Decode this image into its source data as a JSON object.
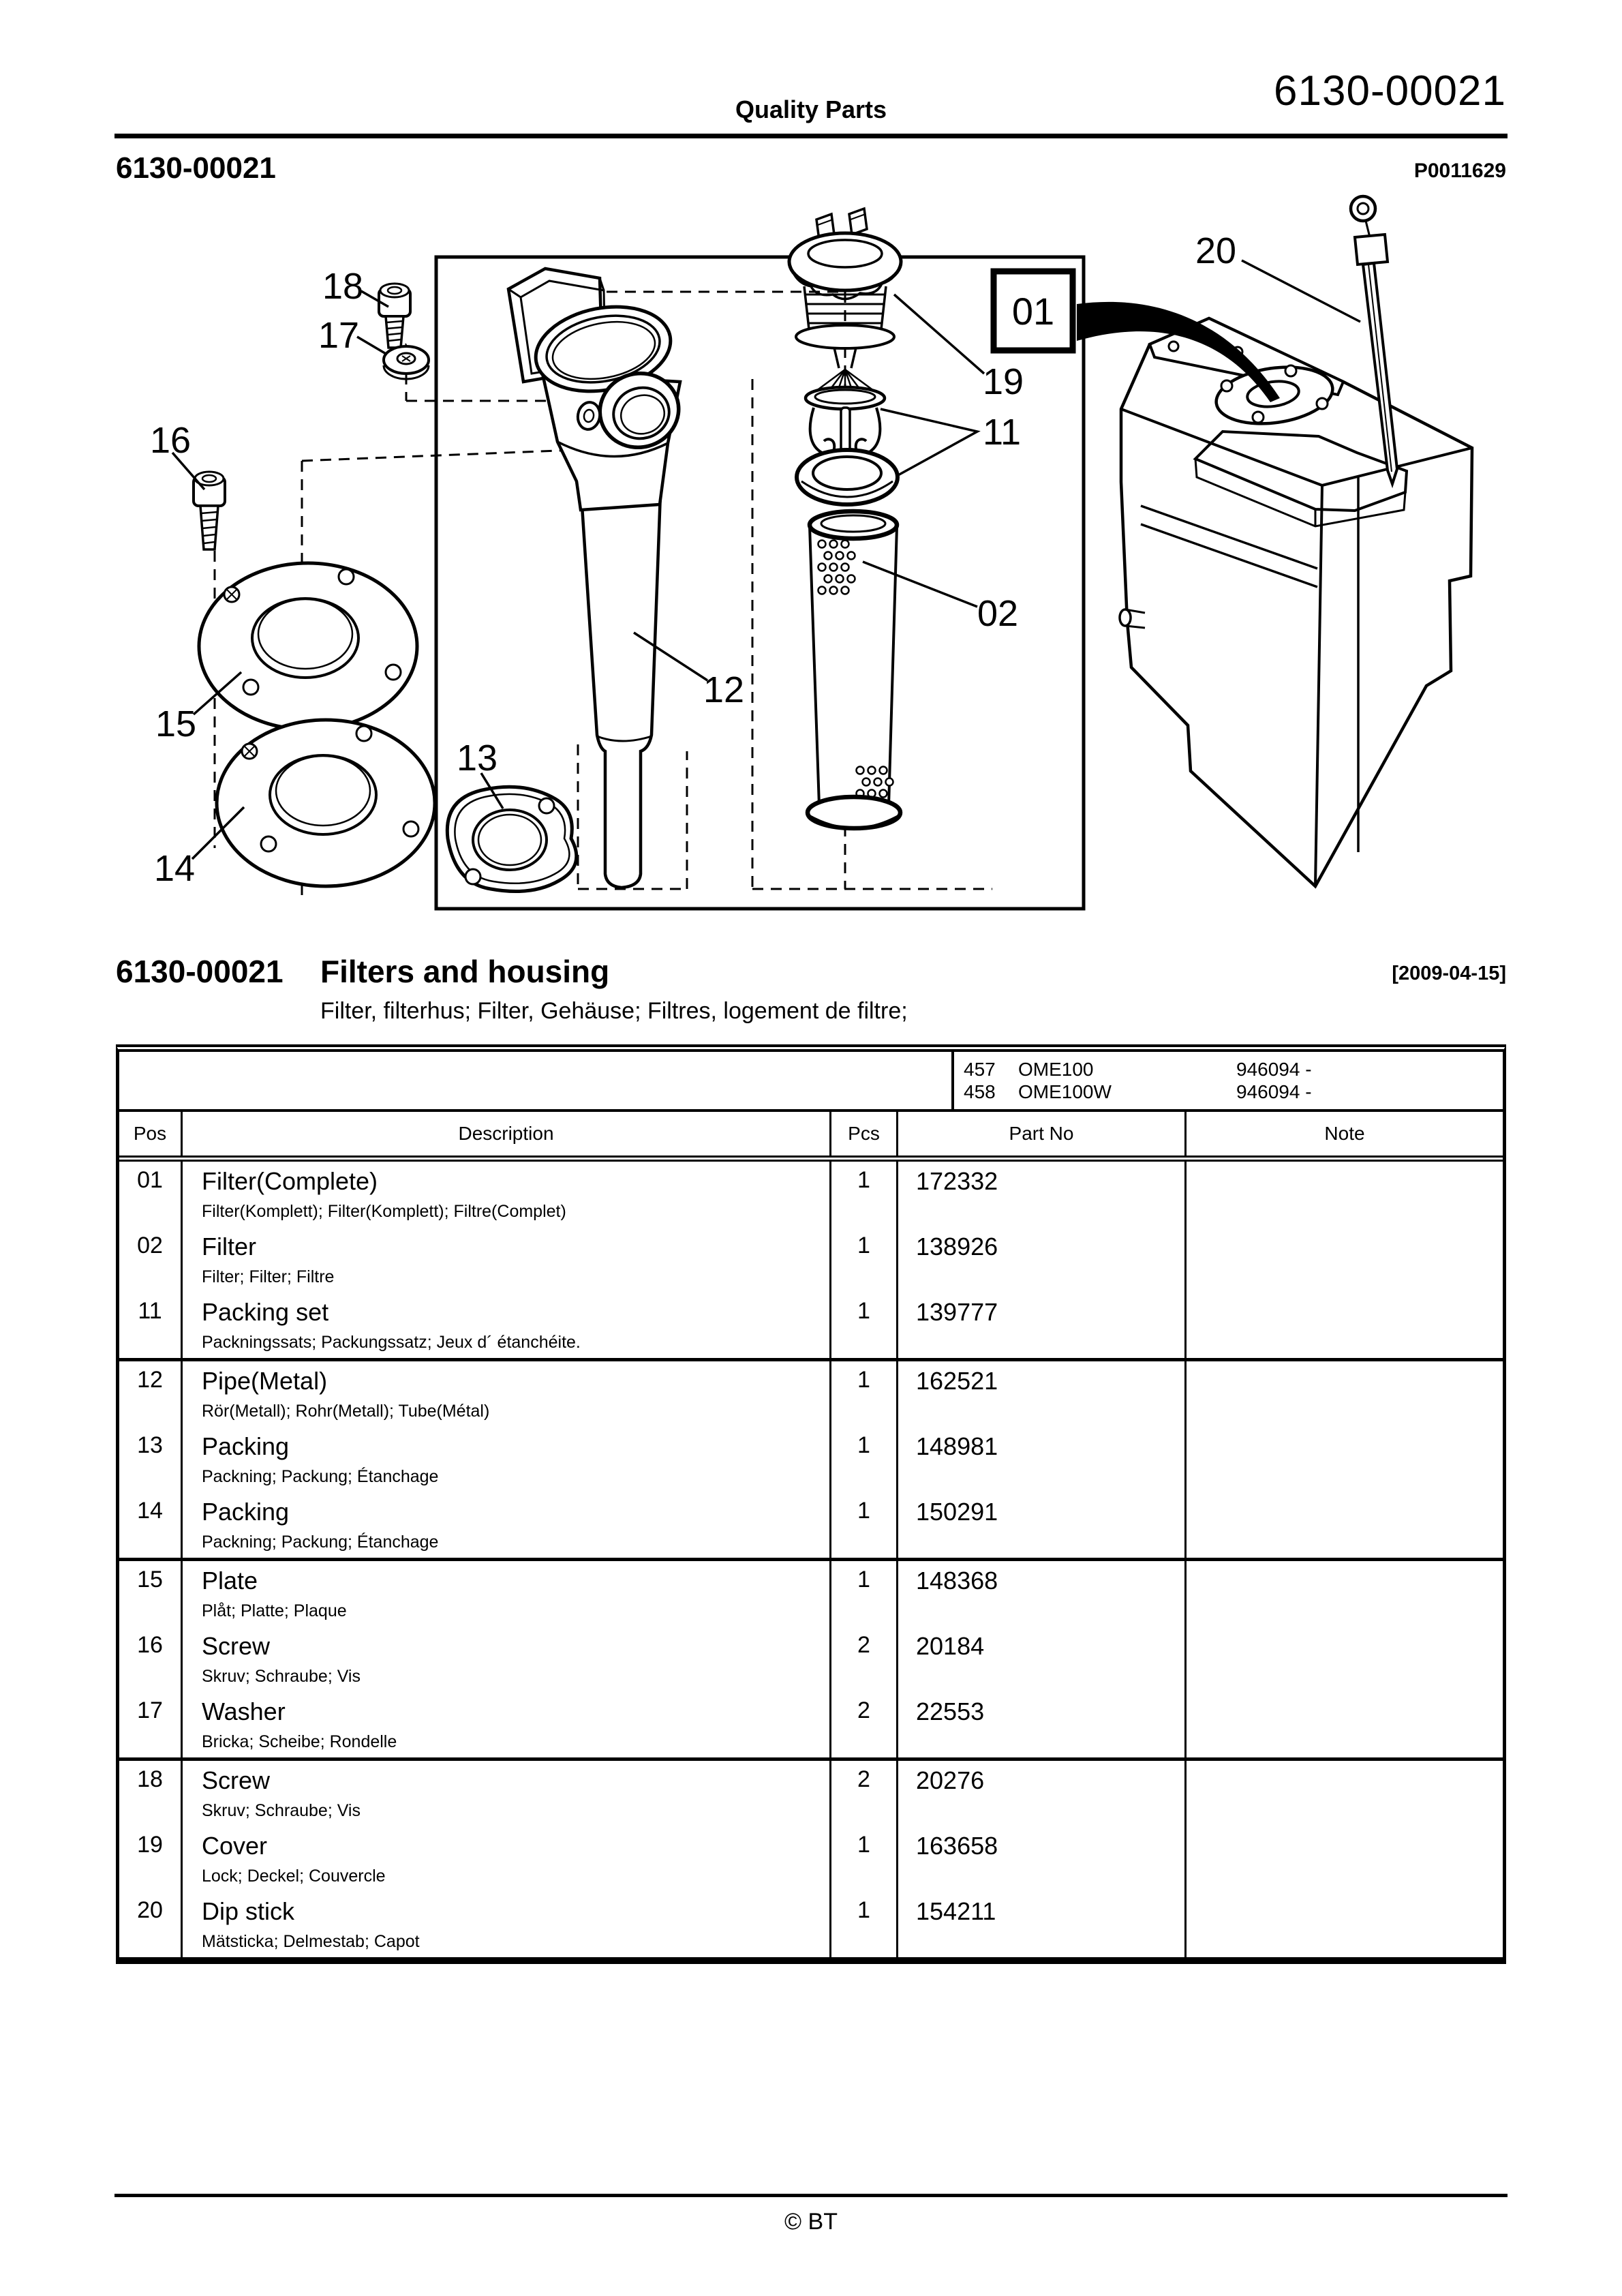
{
  "header": {
    "center_title": "Quality Parts",
    "doc_number": "6130-00021",
    "page_number": "6130-00021",
    "figure_code": "P0011629"
  },
  "section": {
    "number": "6130-00021",
    "title": "Filters and housing",
    "date": "[2009-04-15]",
    "subtitle": "Filter, filterhus; Filter, Gehäuse; Filtres, logement de filtre;"
  },
  "variants": [
    {
      "code": "457",
      "model": "OME100",
      "serial": "946094 -"
    },
    {
      "code": "458",
      "model": "OME100W",
      "serial": "946094 -"
    }
  ],
  "table": {
    "headers": {
      "pos": "Pos",
      "description": "Description",
      "pcs": "Pcs",
      "part_no": "Part No",
      "note": "Note"
    },
    "rows": [
      {
        "pos": "01",
        "description": "Filter(Complete)",
        "description_i18n": "Filter(Komplett); Filter(Komplett); Filtre(Complet)",
        "pcs": "1",
        "part_no": "172332",
        "note": "",
        "group_end": false
      },
      {
        "pos": "02",
        "description": "Filter",
        "description_i18n": "Filter; Filter; Filtre",
        "pcs": "1",
        "part_no": "138926",
        "note": "",
        "group_end": false
      },
      {
        "pos": "11",
        "description": "Packing set",
        "description_i18n": "Packningssats; Packungssatz; Jeux d´ étanchéite.",
        "pcs": "1",
        "part_no": "139777",
        "note": "",
        "group_end": true
      },
      {
        "pos": "12",
        "description": "Pipe(Metal)",
        "description_i18n": "Rör(Metall); Rohr(Metall); Tube(Métal)",
        "pcs": "1",
        "part_no": "162521",
        "note": "",
        "group_end": false
      },
      {
        "pos": "13",
        "description": "Packing",
        "description_i18n": "Packning; Packung; Étanchage",
        "pcs": "1",
        "part_no": "148981",
        "note": "",
        "group_end": false
      },
      {
        "pos": "14",
        "description": "Packing",
        "description_i18n": "Packning; Packung; Étanchage",
        "pcs": "1",
        "part_no": "150291",
        "note": "",
        "group_end": true
      },
      {
        "pos": "15",
        "description": "Plate",
        "description_i18n": "Plåt; Platte; Plaque",
        "pcs": "1",
        "part_no": "148368",
        "note": "",
        "group_end": false
      },
      {
        "pos": "16",
        "description": "Screw",
        "description_i18n": "Skruv; Schraube; Vis",
        "pcs": "2",
        "part_no": "20184",
        "note": "",
        "group_end": false
      },
      {
        "pos": "17",
        "description": "Washer",
        "description_i18n": "Bricka; Scheibe; Rondelle",
        "pcs": "2",
        "part_no": "22553",
        "note": "",
        "group_end": true
      },
      {
        "pos": "18",
        "description": "Screw",
        "description_i18n": "Skruv; Schraube; Vis",
        "pcs": "2",
        "part_no": "20276",
        "note": "",
        "group_end": false
      },
      {
        "pos": "19",
        "description": "Cover",
        "description_i18n": "Lock; Deckel; Couvercle",
        "pcs": "1",
        "part_no": "163658",
        "note": "",
        "group_end": false
      },
      {
        "pos": "20",
        "description": "Dip stick",
        "description_i18n": "Mätsticka; Delmestab; Capot",
        "pcs": "1",
        "part_no": "154211",
        "note": "",
        "group_end": false
      }
    ]
  },
  "diagram": {
    "callouts": {
      "c01": "01",
      "c02": "02",
      "c11": "11",
      "c12": "12",
      "c13": "13",
      "c14": "14",
      "c15": "15",
      "c16": "16",
      "c17": "17",
      "c18": "18",
      "c19": "19",
      "c20": "20"
    }
  },
  "footer": {
    "copyright": "© BT"
  }
}
